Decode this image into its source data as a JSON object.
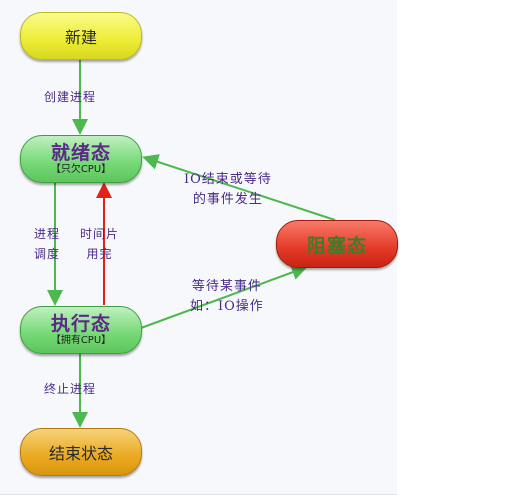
{
  "states": {
    "new": "新建",
    "ready": {
      "title": "就绪态",
      "sub": "【只欠CPU】"
    },
    "running": {
      "title": "执行态",
      "sub": "【拥有CPU】"
    },
    "blocked": "阻塞态",
    "terminated": "结束状态"
  },
  "transitions": {
    "create": "创建进程",
    "schedule_line1": "进程",
    "schedule_line2": "调度",
    "timeslice_line1": "时间片",
    "timeslice_line2": "用完",
    "io_done_line1": "IO结束或等待",
    "io_done_line2": "的事件发生",
    "wait_line1": "等待某事件",
    "wait_line2": "如：IO操作",
    "exit": "终止进程"
  },
  "colors": {
    "new": "#ecec35",
    "ready": "#74d874",
    "running": "#74d874",
    "blocked": "#e43a28",
    "terminated": "#eaa91f",
    "arrow_green": "#4db84d",
    "arrow_red": "#e0221a",
    "label_text": "#4a2a8a"
  }
}
